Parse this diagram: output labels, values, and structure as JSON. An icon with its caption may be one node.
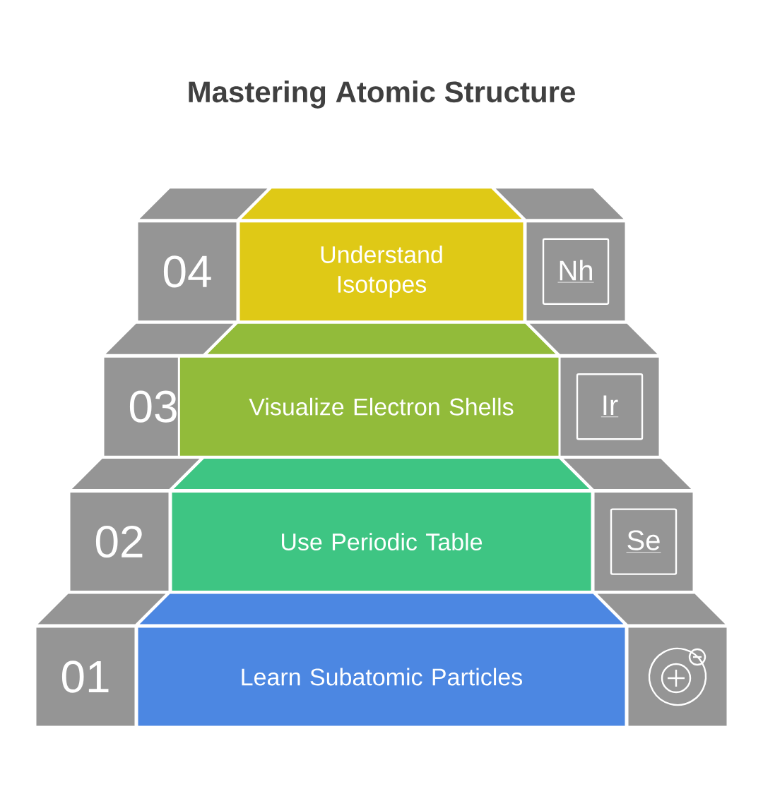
{
  "diagram": {
    "title": "Mastering Atomic Structure",
    "nodes": [
      {
        "text": [
          "04"
        ]
      },
      {
        "text": [
          "Understand Isotopes"
        ]
      },
      {
        "text": [
          "Nh"
        ]
      },
      {
        "text": [
          "03"
        ]
      },
      {
        "text": [
          "Visualize Electron Shells"
        ]
      },
      {
        "text": [
          "Ir"
        ]
      },
      {
        "text": [
          "02"
        ]
      },
      {
        "text": [
          "Use Periodic Table"
        ]
      },
      {
        "text": [
          "Se"
        ]
      },
      {
        "text": [
          "01"
        ]
      },
      {
        "text": [
          "Learn Subatomic Particles"
        ]
      },
      {
        "text": [],
        "shape": "box"
      }
    ],
    "edges": []
  }
}
